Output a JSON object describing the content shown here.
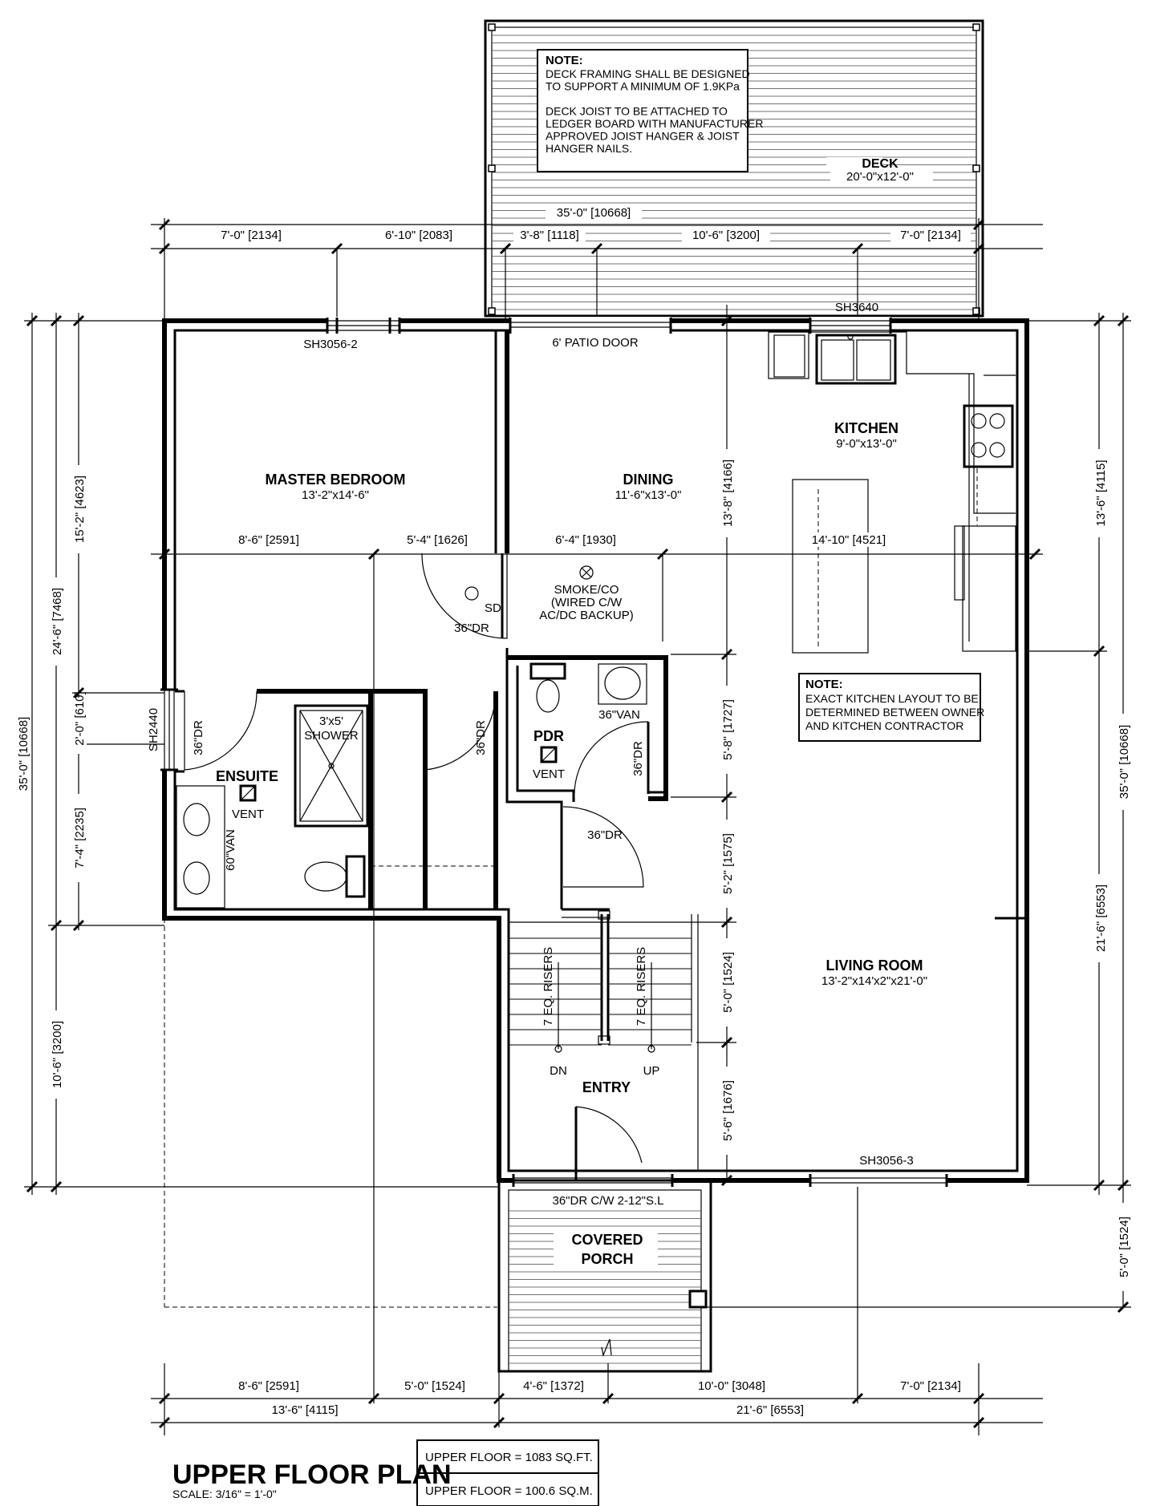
{
  "title": {
    "main": "UPPER FLOOR PLAN",
    "scale": "SCALE: 3/16\" = 1'-0\""
  },
  "area_table": {
    "sqft": "UPPER FLOOR = 1083 SQ.FT.",
    "sqm": "UPPER FLOOR = 100.6 SQ.M."
  },
  "notes": {
    "deck_note_heading": "NOTE:",
    "deck_note_lines": [
      "DECK FRAMING SHALL BE DESIGNED",
      "TO SUPPORT A MINIMUM OF 1.9KPa",
      "",
      "DECK JOIST TO BE ATTACHED TO",
      "LEDGER BOARD WITH MANUFACTURER",
      "APPROVED JOIST HANGER & JOIST",
      "HANGER NAILS."
    ],
    "kitchen_note_heading": "NOTE:",
    "kitchen_note_lines": [
      "EXACT KITCHEN LAYOUT TO BE",
      "DETERMINED BETWEEN OWNER",
      "AND KITCHEN CONTRACTOR"
    ]
  },
  "rooms": {
    "deck": {
      "name": "DECK",
      "size": "20'-0\"x12'-0\""
    },
    "master": {
      "name": "MASTER BEDROOM",
      "size": "13'-2\"x14'-6\""
    },
    "dining": {
      "name": "DINING",
      "size": "11'-6\"x13'-0\""
    },
    "kitchen": {
      "name": "KITCHEN",
      "size": "9'-0\"x13'-0\""
    },
    "living": {
      "name": "LIVING ROOM",
      "size": "13'-2\"x14'x2\"x21'-0\""
    },
    "ensuite": {
      "name": "ENSUITE"
    },
    "pdr": {
      "name": "PDR"
    },
    "entry": {
      "name": "ENTRY"
    },
    "porch_line1": "COVERED",
    "porch_line2": "PORCH"
  },
  "labels": {
    "win_master": "SH3056-2",
    "win_kitchen": "SH3640",
    "win_living": "SH3056-3",
    "win_ensuite": "SH2440",
    "patio": "6' PATIO DOOR",
    "dr_master": "36\"DR",
    "dr_ensuite": "36\"DR",
    "dr_closet": "36\"DR",
    "dr_pdr": "36\"DR",
    "dr_hall": "36\"DR",
    "front_door": "36\"DR C/W 2-12\"S.L",
    "shower_size": "3'x5'",
    "shower": "SHOWER",
    "vent1": "VENT",
    "vent2": "VENT",
    "van_ensuite": "60\"VAN",
    "van_pdr": "36\"VAN",
    "sd": "SD",
    "smoke1": "SMOKE/CO",
    "smoke2": "(WIRED C/W",
    "smoke3": "AC/DC BACKUP)",
    "risers_dn": "7 EQ. RISERS",
    "risers_up": "7 EQ. RISERS",
    "dn": "DN",
    "up": "UP"
  },
  "dims": {
    "top_overall": "35'-0\" [10668]",
    "top_1": "7'-0\" [2134]",
    "top_2": "6'-10\" [2083]",
    "top_3": "3'-8\" [1118]",
    "top_4": "10'-6\" [3200]",
    "top_5": "7'-0\" [2134]",
    "mid_1": "8'-6\" [2591]",
    "mid_2": "5'-4\" [1626]",
    "mid_3": "6'-4\" [1930]",
    "mid_4": "14'-10\" [4521]",
    "bot_1": "8'-6\" [2591]",
    "bot_2": "5'-0\" [1524]",
    "bot_3": "4'-6\" [1372]",
    "bot_4": "10'-0\" [3048]",
    "bot_5": "7'-0\" [2134]",
    "bot_o1": "13'-6\" [4115]",
    "bot_o2": "21'-6\" [6553]",
    "left_overall": "35'-0\" [10668]",
    "left_a": "24'-6\" [7468]",
    "left_b": "15'-2\" [4623]",
    "left_c": "2'-0\" [610]",
    "left_d": "7'-4\" [2235]",
    "left_e": "10'-6\" [3200]",
    "right_overall": "35'-0\" [10668]",
    "right_a": "13'-6\" [4115]",
    "right_b": "21'-6\" [6553]",
    "right_c": "5'-0\" [1524]",
    "v_1": "13'-8\" [4166]",
    "v_2": "5'-8\" [1727]",
    "v_3": "5'-2\" [1575]",
    "v_4": "5'-0\" [1524]",
    "v_5": "5'-6\" [1676]"
  }
}
